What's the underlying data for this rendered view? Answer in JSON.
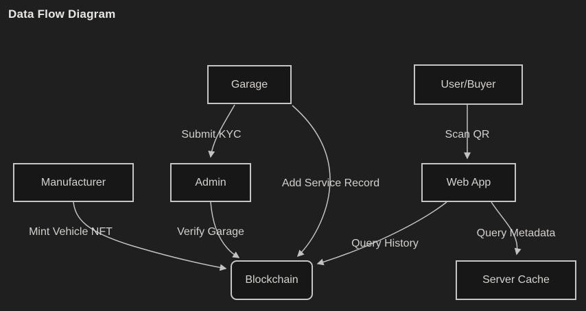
{
  "title": "Data Flow Diagram",
  "diagram": {
    "type": "flowchart",
    "nodes": [
      {
        "id": "garage",
        "label": "Garage",
        "shape": "rect"
      },
      {
        "id": "user-buyer",
        "label": "User/Buyer",
        "shape": "rect"
      },
      {
        "id": "manufacturer",
        "label": "Manufacturer",
        "shape": "rect"
      },
      {
        "id": "admin",
        "label": "Admin",
        "shape": "rect"
      },
      {
        "id": "web-app",
        "label": "Web App",
        "shape": "rect"
      },
      {
        "id": "blockchain",
        "label": "Blockchain",
        "shape": "rounded-rect"
      },
      {
        "id": "server-cache",
        "label": "Server Cache",
        "shape": "rect"
      }
    ],
    "edges": [
      {
        "from": "Garage",
        "to": "Admin",
        "label": "Submit KYC"
      },
      {
        "from": "User/Buyer",
        "to": "Web App",
        "label": "Scan QR"
      },
      {
        "from": "Garage",
        "to": "Blockchain",
        "label": "Add Service Record"
      },
      {
        "from": "Manufacturer",
        "to": "Blockchain",
        "label": "Mint Vehicle NFT"
      },
      {
        "from": "Admin",
        "to": "Blockchain",
        "label": "Verify Garage"
      },
      {
        "from": "Web App",
        "to": "Blockchain",
        "label": "Query History"
      },
      {
        "from": "Web App",
        "to": "Server Cache",
        "label": "Query Metadata"
      }
    ],
    "colors": {
      "background": "#1f1f1f",
      "node_fill": "#171717",
      "node_border": "#c6c6c6",
      "node_text": "#d4d2cf",
      "edge_stroke": "#c2c2c2",
      "title_text": "#e9e7e4"
    }
  }
}
